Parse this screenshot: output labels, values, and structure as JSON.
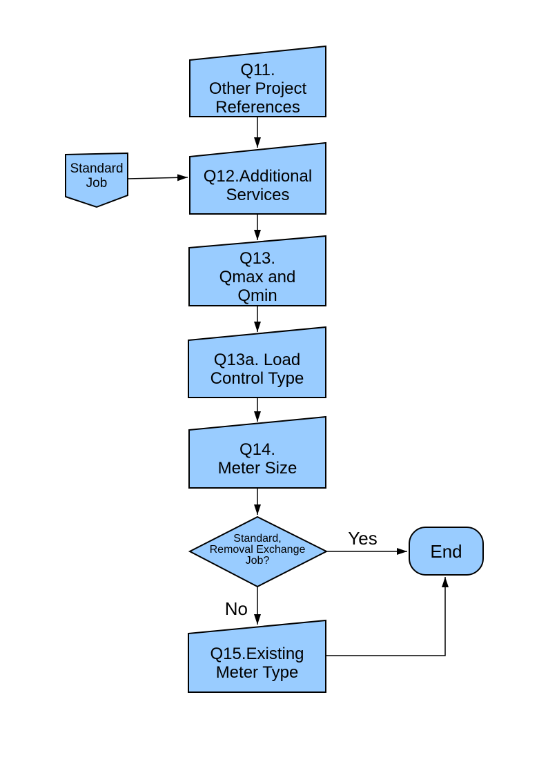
{
  "colors": {
    "node_fill": "#99CCFF",
    "node_border": "#000000",
    "text": "#000000"
  },
  "nodes": {
    "standard_job": {
      "shape": "off-page-connector",
      "lines": [
        "Standard",
        "Job"
      ]
    },
    "q11": {
      "shape": "process",
      "lines": [
        "Q11.",
        "Other Project",
        "References"
      ]
    },
    "q12": {
      "shape": "process",
      "lines": [
        "Q12.Additional",
        "Services"
      ]
    },
    "q13": {
      "shape": "process",
      "lines": [
        "Q13.",
        "Qmax and",
        "Qmin"
      ]
    },
    "q13a": {
      "shape": "process",
      "lines": [
        "Q13a. Load",
        "Control Type"
      ]
    },
    "q14": {
      "shape": "process",
      "lines": [
        "Q14.",
        "Meter Size"
      ]
    },
    "decision": {
      "shape": "decision",
      "lines": [
        "Standard,",
        "Removal Exchange",
        "Job?"
      ]
    },
    "end": {
      "shape": "terminator",
      "lines": [
        "End"
      ]
    },
    "q15": {
      "shape": "process",
      "lines": [
        "Q15.Existing",
        "Meter Type"
      ]
    }
  },
  "edge_labels": {
    "yes": "Yes",
    "no": "No"
  }
}
